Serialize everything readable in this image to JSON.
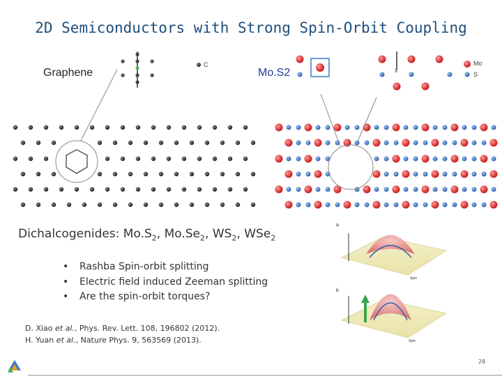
{
  "slide": {
    "title": "2D Semiconductors with Strong Spin-Orbit Coupling",
    "graphene_label": "Graphene",
    "graphene_atom_label": "C",
    "mos2_label": "Mo.S2",
    "mo_label": "Mo",
    "s_label": "S",
    "axis_x_label": "x",
    "dichalcogenides": {
      "prefix": "Dichalcogenides:  Mo.S",
      "sub1": "2",
      "mid1": ", Mo.Se",
      "sub2": "2",
      "mid2": ", WS",
      "sub3": "2",
      "mid3": ", WSe",
      "sub4": "2"
    },
    "bullets": [
      "Rashba Spin-orbit splitting",
      "Electric field induced Zeeman splitting",
      "Are the spin-orbit torques?"
    ],
    "ref1": {
      "text_a": "D. Xiao ",
      "italic": "et al.",
      "text_b": ", Phys. Rev. Lett. 108, 196802 (2012)."
    },
    "ref2": {
      "text_a": "H. Yuan ",
      "italic": "et al.",
      "text_b": ", Nature Phys. 9, 563569 (2013)."
    },
    "panel_a_label": "a",
    "panel_b_label": "b",
    "spin_label": "Spin",
    "page_number": "28"
  },
  "colors": {
    "title": "#1f4e79",
    "carbon": "#2b2b2b",
    "mo": "#e8262c",
    "s": "#3a78c9"
  }
}
